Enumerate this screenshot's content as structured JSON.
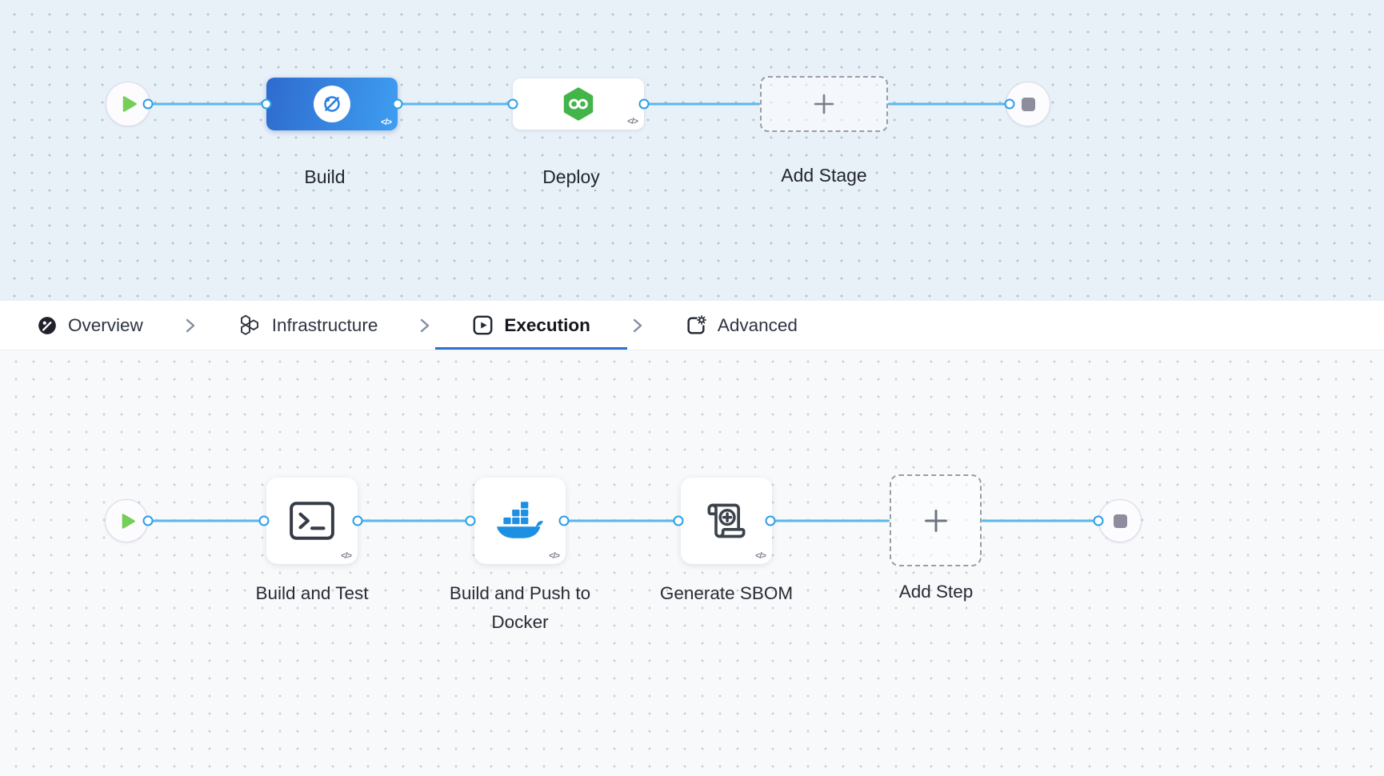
{
  "colors": {
    "canvas_top_bg": "#e9f1f8",
    "canvas_bottom_bg": "#f7f9fb",
    "connector_blue": "#5ab7ee",
    "dot_border_blue": "#2d9fe6",
    "build_gradient_start": "#2e6bce",
    "build_gradient_end": "#3f9ef1",
    "deploy_green": "#42b44a",
    "docker_blue": "#1d90e4",
    "active_tab_underline": "#2f6fd2",
    "play_green": "#74ce58",
    "stop_gray": "#8d8d9d"
  },
  "code_badge": "</>",
  "top_pipeline": {
    "stages": [
      {
        "label": "Build",
        "icon": "ci-build-icon"
      },
      {
        "label": "Deploy",
        "icon": "cd-deploy-icon"
      },
      {
        "label": "Add Stage",
        "icon": "plus-icon"
      }
    ]
  },
  "tabs": {
    "items": [
      {
        "label": "Overview",
        "icon": "overview-icon",
        "active": false
      },
      {
        "label": "Infrastructure",
        "icon": "infrastructure-icon",
        "active": false
      },
      {
        "label": "Execution",
        "icon": "execution-icon",
        "active": true
      },
      {
        "label": "Advanced",
        "icon": "advanced-icon",
        "active": false
      }
    ]
  },
  "execution": {
    "steps": [
      {
        "label": "Build and Test",
        "icon": "terminal-icon"
      },
      {
        "label": "Build and Push to Docker",
        "icon": "docker-icon"
      },
      {
        "label": "Generate SBOM",
        "icon": "scroll-plus-icon"
      },
      {
        "label": "Add Step",
        "icon": "plus-icon"
      }
    ]
  }
}
